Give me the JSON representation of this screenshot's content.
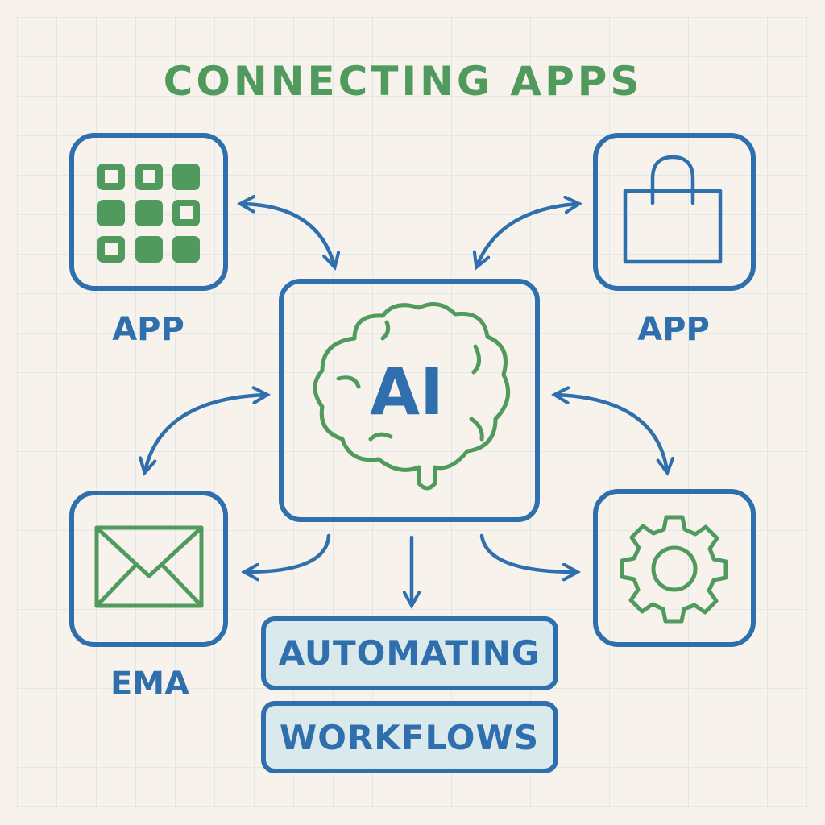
{
  "title": "CONNECTING APPS",
  "center": {
    "label": "AI",
    "icon": "brain-icon"
  },
  "nodes": [
    {
      "label": "APP",
      "icon": "app-grid-icon"
    },
    {
      "label": "APP",
      "icon": "shopping-bag-icon"
    },
    {
      "label": "EMA",
      "icon": "envelope-icon"
    },
    {
      "label": "",
      "icon": "gear-icon"
    }
  ],
  "output": [
    "AUTOMATING",
    "WORKFLOWS"
  ],
  "colors": {
    "blue": "#2f6fad",
    "green": "#4f9a5c",
    "background": "#f7f3ec",
    "grid": "#d6e6e8",
    "label_fill": "#d9e9ec"
  }
}
